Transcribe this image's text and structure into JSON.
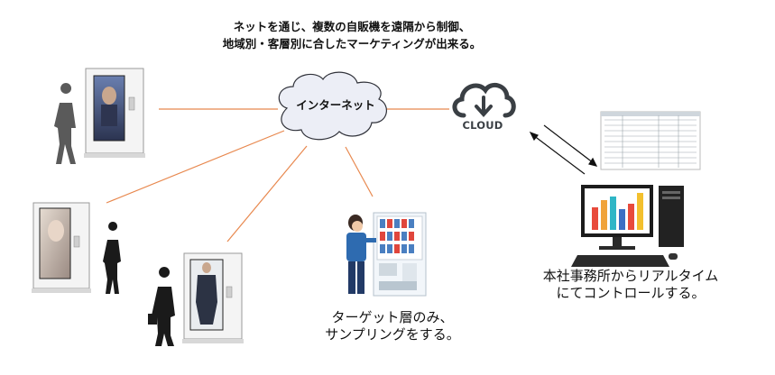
{
  "headline": {
    "line1": "ネットを通じ、複数の自販機を遠隔から制御、",
    "line2": "地域別・客層別に合したマーケティングが出来る。"
  },
  "internet_label": "インターネット",
  "cloud_label": "CLOUD",
  "office_caption": {
    "line1": "本社事務所からリアルタイム",
    "line2": "にてコントロールする。"
  },
  "vending_caption": {
    "line1": "ターゲット層のみ、",
    "line2": "サンプリングをする。"
  },
  "colors": {
    "connector": "#e8884e",
    "cloud_fill": "#eceef6",
    "cloud_stroke": "#30323a",
    "cloud_icon": "#3a3f44",
    "chart_bars": [
      "#e84a3c",
      "#f0a33a",
      "#2fb6c6",
      "#3b6fc4",
      "#e84a3c",
      "#f3c02e"
    ]
  },
  "icons": [
    "internet-cloud",
    "cloud-download-icon",
    "two-way-arrow",
    "desktop-computer",
    "signage-kiosk",
    "vending-machine",
    "person-silhouette"
  ]
}
